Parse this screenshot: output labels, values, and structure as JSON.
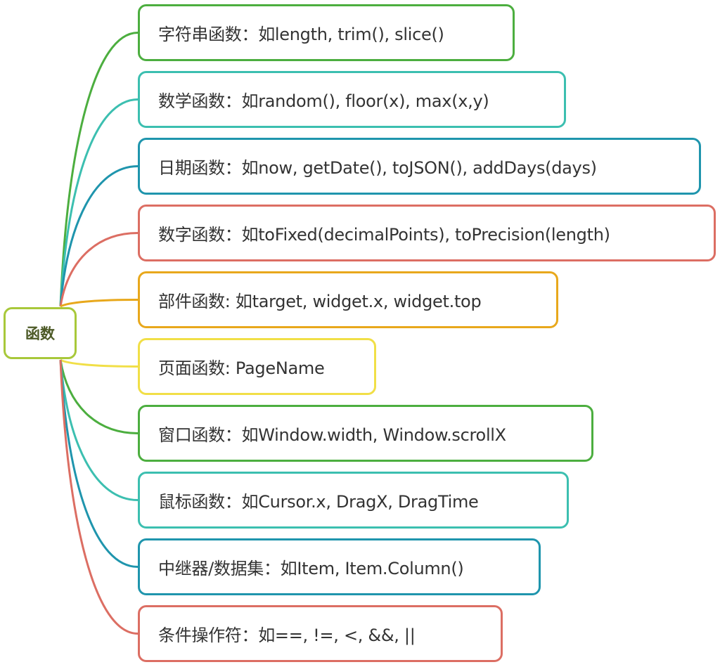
{
  "root": {
    "label": "函数",
    "color": "#a8c83a"
  },
  "branches": [
    {
      "label": "字符串函数：如length, trim(), slice()",
      "color": "#4cae3f"
    },
    {
      "label": "数学函数：如random(), floor(x), max(x,y)",
      "color": "#3cbfb0"
    },
    {
      "label": "日期函数：如now, getDate(), toJSON(), addDays(days)",
      "color": "#1f95ad"
    },
    {
      "label": "数字函数：如toFixed(decimalPoints), toPrecision(length)",
      "color": "#dc6e63"
    },
    {
      "label": "部件函数: 如target, widget.x, widget.top",
      "color": "#e8a81c"
    },
    {
      "label": "页面函数: PageName",
      "color": "#f1df47"
    },
    {
      "label": "窗口函数：如Window.width, Window.scrollX",
      "color": "#4cae3f"
    },
    {
      "label": "鼠标函数：如Cursor.x, DragX, DragTime",
      "color": "#3cbfb0"
    },
    {
      "label": "中继器/数据集：如Item, Item.Column()",
      "color": "#1f95ad"
    },
    {
      "label": "条件操作符：如==, !=, <, &&, ||",
      "color": "#dc6e63"
    }
  ]
}
